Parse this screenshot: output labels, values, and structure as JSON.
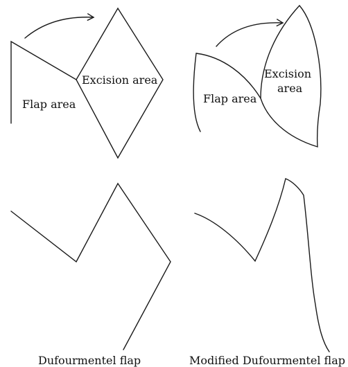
{
  "top_left": {
    "excision_label": "Excision area",
    "flap_label": "Flap area"
  },
  "top_right": {
    "excision_label_line1": "Excision",
    "excision_label_line2": "area",
    "flap_label": "Flap area"
  },
  "captions": {
    "left": "Dufourmentel flap",
    "right": "Modified Dufourmentel flap"
  },
  "colors": {
    "line": "#1a1a1a",
    "text": "#111111",
    "background": "#ffffff"
  }
}
